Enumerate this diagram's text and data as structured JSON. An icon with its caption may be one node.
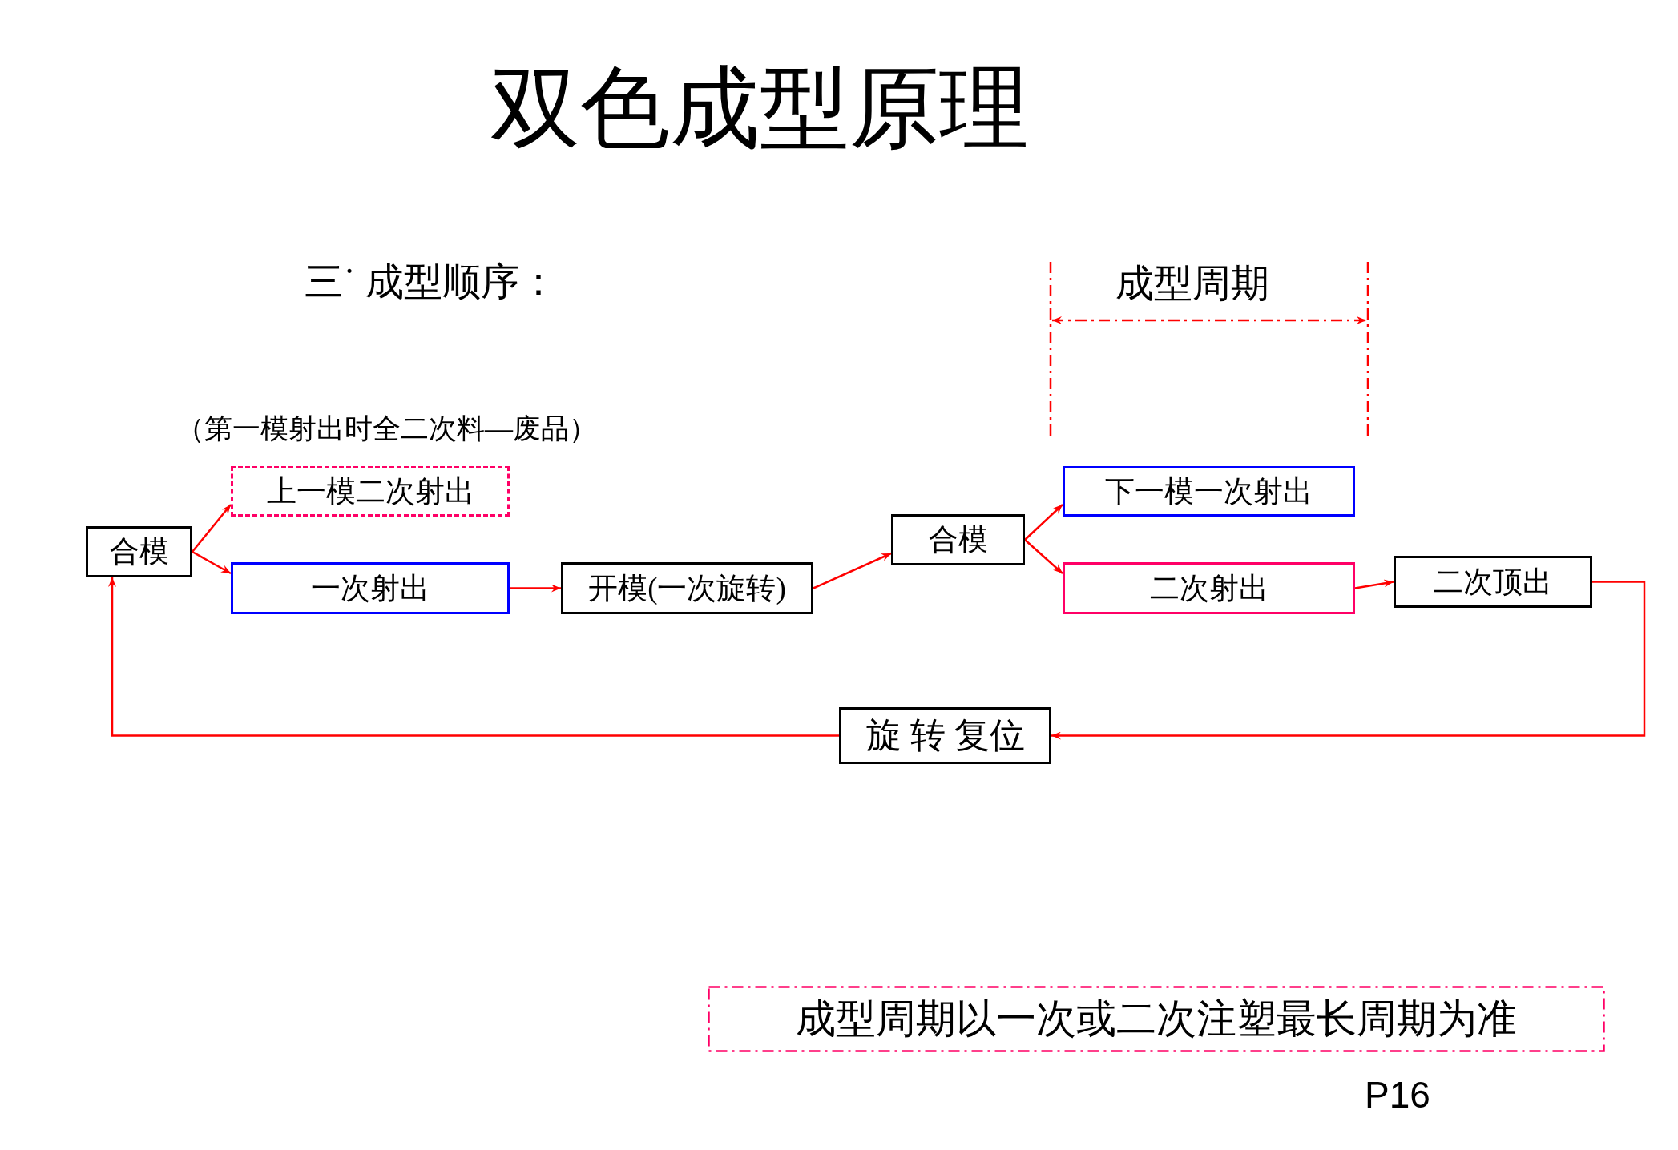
{
  "diagram": {
    "title": "双色成型原理",
    "nodes": [
      {
        "text": [
          "合模"
        ]
      },
      {
        "text": [
          "上一模二次射出"
        ]
      },
      {
        "text": [
          "一次射出"
        ]
      },
      {
        "text": [
          "开模(一次旋转)"
        ]
      },
      {
        "text": [
          "合模"
        ]
      },
      {
        "text": [
          "下一模一次射出"
        ]
      },
      {
        "text": [
          "二次射出"
        ]
      },
      {
        "text": [
          "二次顶出"
        ]
      },
      {
        "text": [
          "旋 转 复位"
        ]
      },
      {
        "text": [
          "成型周期以一次或二次注塑最长周期为准"
        ]
      }
    ],
    "edges": [
      {
        "from": 0,
        "to": 1,
        "arrow": "to"
      },
      {
        "from": 0,
        "to": 2,
        "arrow": "to"
      },
      {
        "from": 2,
        "to": 3,
        "arrow": "to"
      },
      {
        "from": 3,
        "to": 4,
        "arrow": "to"
      },
      {
        "from": 4,
        "to": 5,
        "arrow": "to"
      },
      {
        "from": 4,
        "to": 6,
        "arrow": "to"
      },
      {
        "from": 6,
        "to": 7,
        "arrow": "to"
      },
      {
        "from": 7,
        "to": 8,
        "arrow": "to"
      },
      {
        "from": 8,
        "to": 0,
        "arrow": "to"
      }
    ],
    "labels": [
      "三˙ 成型顺序：",
      "成型周期",
      "（第一模射出时全二次料—废品）",
      "P16"
    ]
  }
}
